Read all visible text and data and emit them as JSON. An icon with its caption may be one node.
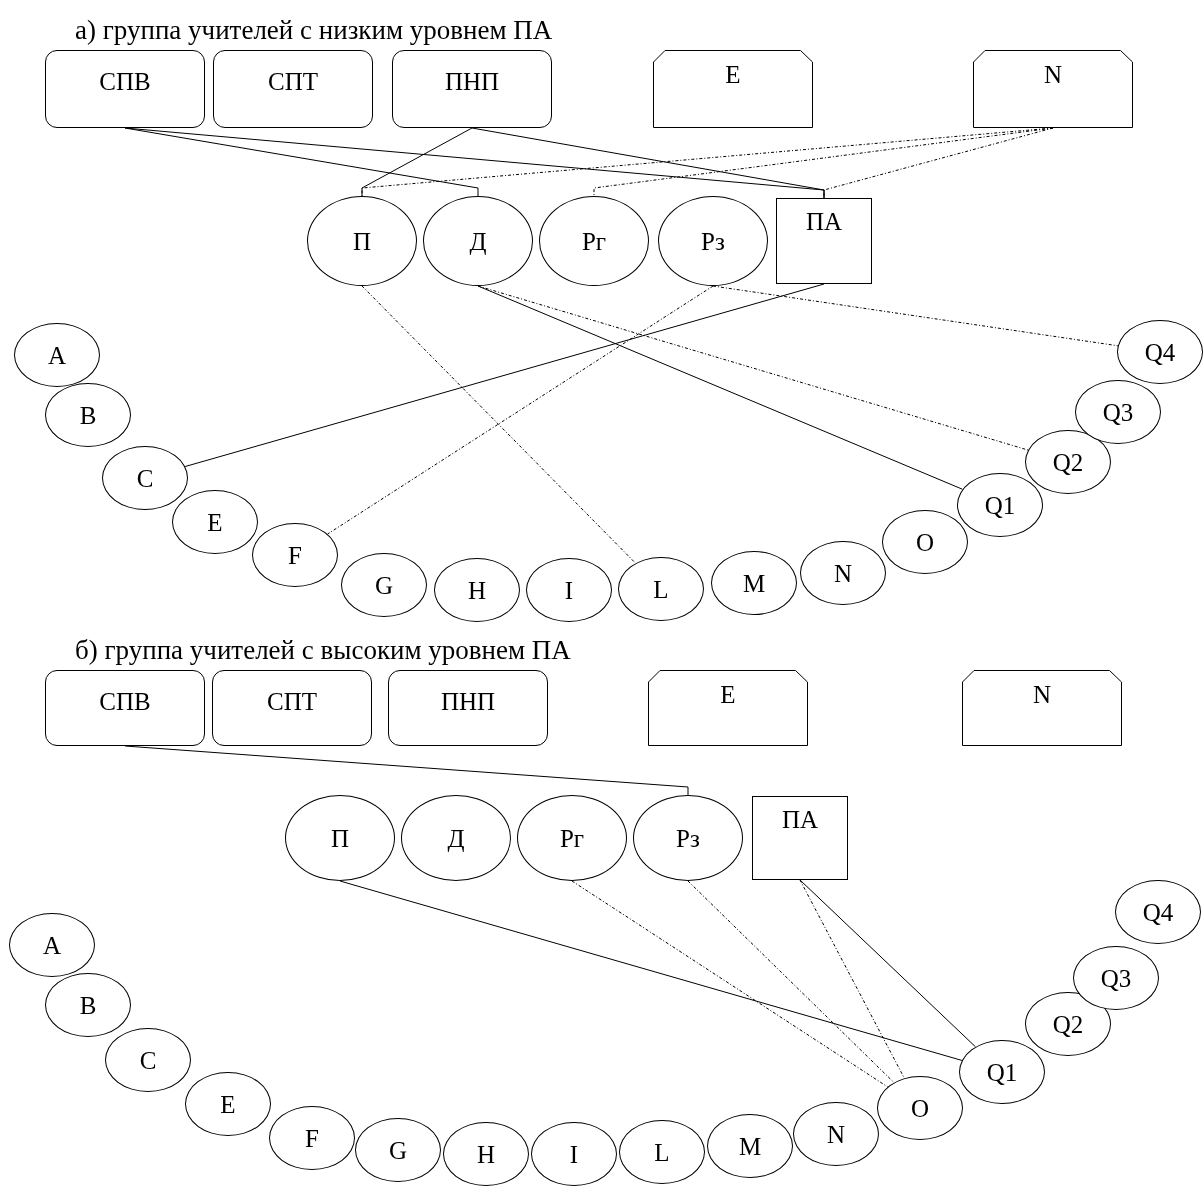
{
  "diagram": {
    "nodes": [
      {
        "text": [
          "СПВ"
        ]
      },
      {
        "text": [
          "СПТ"
        ]
      },
      {
        "text": [
          "ПНП"
        ]
      },
      {
        "text": [
          "E"
        ]
      },
      {
        "text": [
          "N"
        ]
      },
      {
        "text": [
          "П"
        ]
      },
      {
        "text": [
          "Д"
        ]
      },
      {
        "text": [
          "Рг"
        ]
      },
      {
        "text": [
          "Рз"
        ]
      },
      {
        "text": [
          "ПА"
        ]
      },
      {
        "text": [
          "A"
        ]
      },
      {
        "text": [
          "B"
        ]
      },
      {
        "text": [
          "C"
        ]
      },
      {
        "text": [
          "E"
        ]
      },
      {
        "text": [
          "F"
        ]
      },
      {
        "text": [
          "G"
        ]
      },
      {
        "text": [
          "H"
        ]
      },
      {
        "text": [
          "I"
        ]
      },
      {
        "text": [
          "L"
        ]
      },
      {
        "text": [
          "M"
        ]
      },
      {
        "text": [
          "N"
        ]
      },
      {
        "text": [
          "O"
        ]
      },
      {
        "text": [
          "Q1"
        ]
      },
      {
        "text": [
          "Q2"
        ]
      },
      {
        "text": [
          "Q3"
        ]
      },
      {
        "text": [
          "Q4"
        ]
      },
      {
        "text": [
          "СПВ"
        ]
      },
      {
        "text": [
          "СПТ"
        ]
      },
      {
        "text": [
          "ПНП"
        ]
      },
      {
        "text": [
          "E"
        ]
      },
      {
        "text": [
          "N"
        ]
      },
      {
        "text": [
          "П"
        ]
      },
      {
        "text": [
          "Д"
        ]
      },
      {
        "text": [
          "Рг"
        ]
      },
      {
        "text": [
          "Рз"
        ]
      },
      {
        "text": [
          "ПА"
        ]
      },
      {
        "text": [
          "A"
        ]
      },
      {
        "text": [
          "B"
        ]
      },
      {
        "text": [
          "C"
        ]
      },
      {
        "text": [
          "E"
        ]
      },
      {
        "text": [
          "F"
        ]
      },
      {
        "text": [
          "G"
        ]
      },
      {
        "text": [
          "H"
        ]
      },
      {
        "text": [
          "I"
        ]
      },
      {
        "text": [
          "L"
        ]
      },
      {
        "text": [
          "M"
        ]
      },
      {
        "text": [
          "N"
        ]
      },
      {
        "text": [
          "O"
        ]
      },
      {
        "text": [
          "Q1"
        ]
      },
      {
        "text": [
          "Q2"
        ]
      },
      {
        "text": [
          "Q3"
        ]
      },
      {
        "text": [
          "Q4"
        ]
      }
    ],
    "edges": [
      {
        "from": 0,
        "to": 6,
        "arrow": "none"
      },
      {
        "from": 0,
        "to": 9,
        "arrow": "none"
      },
      {
        "from": 2,
        "to": 5,
        "arrow": "none"
      },
      {
        "from": 2,
        "to": 9,
        "arrow": "none"
      },
      {
        "from": 4,
        "to": 5,
        "arrow": "none",
        "style": "dashed"
      },
      {
        "from": 4,
        "to": 7,
        "arrow": "none",
        "style": "dashed"
      },
      {
        "from": 4,
        "to": 9,
        "arrow": "none",
        "style": "dashed"
      },
      {
        "from": 5,
        "to": 18,
        "arrow": "none",
        "style": "dashed"
      },
      {
        "from": 6,
        "to": 22,
        "arrow": "none"
      },
      {
        "from": 6,
        "to": 23,
        "arrow": "none",
        "style": "dashed"
      },
      {
        "from": 8,
        "to": 14,
        "arrow": "none",
        "style": "dashed"
      },
      {
        "from": 8,
        "to": 25,
        "arrow": "none",
        "style": "dashed"
      },
      {
        "from": 9,
        "to": 12,
        "arrow": "none"
      },
      {
        "from": 26,
        "to": 34,
        "arrow": "none"
      },
      {
        "from": 31,
        "to": 48,
        "arrow": "none"
      },
      {
        "from": 33,
        "to": 47,
        "arrow": "none",
        "style": "dashed"
      },
      {
        "from": 34,
        "to": 47,
        "arrow": "none",
        "style": "dashed"
      },
      {
        "from": 35,
        "to": 47,
        "arrow": "none",
        "style": "dashed"
      },
      {
        "from": 35,
        "to": 48,
        "arrow": "none"
      }
    ],
    "labels": [
      "а) группа учителей с низким уровнем ПА",
      "б) группа учителей с высоким уровнем ПА"
    ]
  }
}
